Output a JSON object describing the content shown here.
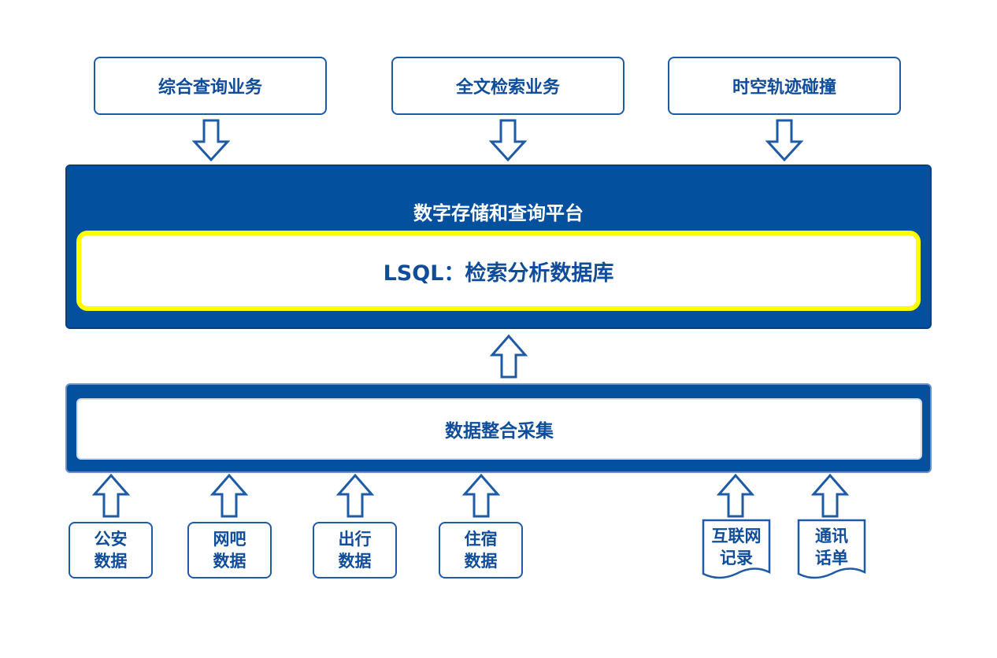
{
  "services": [
    {
      "label": "综合查询业务"
    },
    {
      "label": "全文检索业务"
    },
    {
      "label": "时空轨迹碰撞"
    }
  ],
  "platform": {
    "title": "数字存储和查询平台",
    "core": "LSQL：检索分析数据库"
  },
  "collection": {
    "label": "数据整合采集"
  },
  "sources": [
    {
      "line1": "公安",
      "line2": "数据"
    },
    {
      "line1": "网吧",
      "line2": "数据"
    },
    {
      "line1": "出行",
      "line2": "数据"
    },
    {
      "line1": "住宿",
      "line2": "数据"
    }
  ],
  "documents": [
    {
      "line1": "互联网",
      "line2": "记录"
    },
    {
      "line1": "通讯",
      "line2": "话单"
    }
  ],
  "colors": {
    "primary": "#03509E",
    "text": "#0F4C9A",
    "highlight": "#FFFF00"
  }
}
